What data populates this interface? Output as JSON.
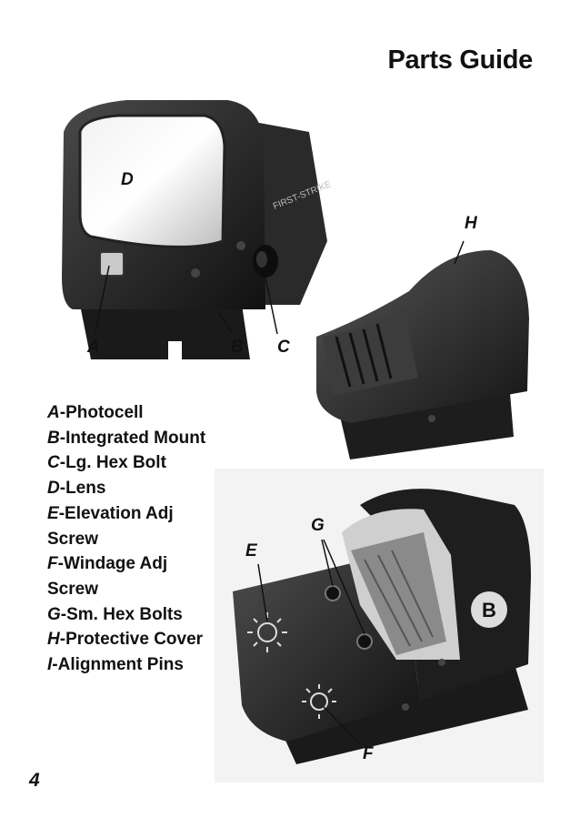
{
  "page": {
    "title": "Parts Guide",
    "page_number": "4"
  },
  "parts_list": [
    {
      "letter": "A",
      "sep": "-",
      "name": "Photocell"
    },
    {
      "letter": "B",
      "sep": "-",
      "name": "Integrated Mount"
    },
    {
      "letter": "C",
      "sep": "-",
      "name": "Lg. Hex Bolt"
    },
    {
      "letter": "D",
      "sep": "-",
      "name": "Lens"
    },
    {
      "letter": "E",
      "sep": "-",
      "name": "Elevation Adj Screw"
    },
    {
      "letter": "F",
      "sep": "-",
      "name": "Windage Adj Screw"
    },
    {
      "letter": "G",
      "sep": "-",
      "name": "Sm. Hex Bolts"
    },
    {
      "letter": "H",
      "sep": "-",
      "name": "Protective Cover"
    },
    {
      "letter": "I",
      "sep": "-",
      "name": "Alignment Pins"
    }
  ],
  "figures": {
    "front_sight": {
      "labels": {
        "d": "D",
        "a": "A",
        "b": "B",
        "c": "C"
      },
      "engraving": "FIRST-STRIKE"
    },
    "cover": {
      "labels": {
        "h": "H"
      }
    },
    "top_view": {
      "labels": {
        "e": "E",
        "g": "G",
        "f": "F"
      },
      "logo_letter": "B"
    }
  }
}
